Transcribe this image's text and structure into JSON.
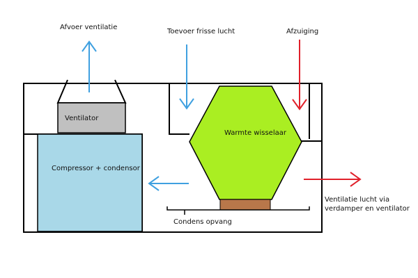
{
  "labels": {
    "exhaust_ventilation": "Afvoer ventilatie",
    "fresh_air_supply": "Toevoer frisse lucht",
    "extraction": "Afzuiging",
    "fan": "Ventilator",
    "heat_exchanger": "Warmte wisselaar",
    "compressor_condenser": "Compressor + condensor",
    "condensate_tray": "Condens opvang",
    "ventilation_air_line1": "Ventilatie lucht via",
    "ventilation_air_line2": "verdamper en ventilator"
  },
  "colors": {
    "fan_fill": "#c0c0c0",
    "compressor_fill": "#a9d8e8",
    "heat_exchanger_fill": "#aaee22",
    "condensate_tray_fill": "#b8774a",
    "blue_arrow": "#3fa0e0",
    "red_arrow": "#e0202a",
    "outline": "#000000"
  },
  "icons": {
    "up_arrow": "up-arrow-icon",
    "down_arrow": "down-arrow-icon",
    "left_arrow": "left-arrow-icon",
    "right_arrow": "right-arrow-icon"
  }
}
